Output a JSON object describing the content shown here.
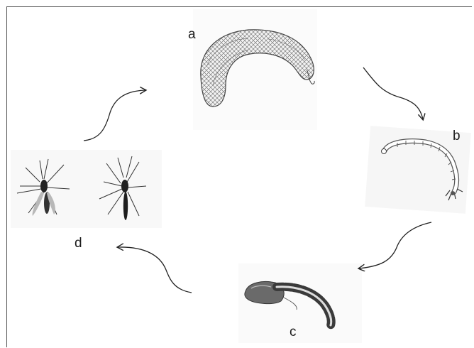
{
  "stages": [
    {
      "id": "a",
      "label": "a",
      "icon": "egg-raft-icon"
    },
    {
      "id": "b",
      "label": "b",
      "icon": "larva-icon"
    },
    {
      "id": "c",
      "label": "c",
      "icon": "pupa-icon"
    },
    {
      "id": "d",
      "label": "d",
      "icon": "adult-midge-icon"
    }
  ],
  "colors": {
    "frame": "#555555",
    "ink": "#1c1c1c",
    "arrow": "#222222",
    "photo_bg": "#fbfbfb"
  }
}
